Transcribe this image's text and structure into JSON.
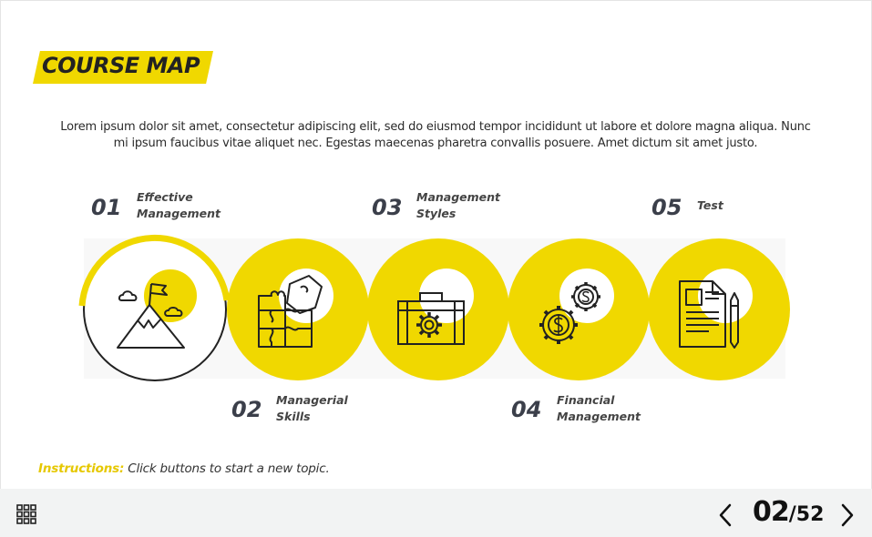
{
  "header": {
    "title": "COURSE MAP"
  },
  "description": "Lorem ipsum dolor sit amet, consectetur adipiscing elit, sed do eiusmod tempor incididunt ut labore et dolore magna aliqua. Nunc mi ipsum faucibus vitae aliquet nec. Egestas maecenas pharetra convallis posuere. Amet dictum sit amet justo.",
  "topics": [
    {
      "number": "01",
      "label_line1": "Effective",
      "label_line2": "Management",
      "icon": "mountain-flag-icon",
      "state": "current"
    },
    {
      "number": "02",
      "label_line1": "Managerial",
      "label_line2": "Skills",
      "icon": "puzzle-icon",
      "state": "default"
    },
    {
      "number": "03",
      "label_line1": "Management",
      "label_line2": "Styles",
      "icon": "briefcase-gear-icon",
      "state": "default"
    },
    {
      "number": "04",
      "label_line1": "Financial",
      "label_line2": "Management",
      "icon": "dollar-gears-icon",
      "state": "default"
    },
    {
      "number": "05",
      "label_line1": "Test",
      "label_line2": "",
      "icon": "document-pencil-icon",
      "state": "default"
    }
  ],
  "instructions": {
    "label": "Instructions:",
    "text": " Click buttons to start a new topic."
  },
  "footer": {
    "menu_icon": "grid-menu-icon",
    "current_page": "02",
    "separator": "/",
    "total_pages": "52",
    "prev_icon": "chevron-left-icon",
    "next_icon": "chevron-right-icon"
  },
  "colors": {
    "accent": "#f0d800",
    "text": "#3b3f4a",
    "footer_bg": "#f2f3f3"
  }
}
